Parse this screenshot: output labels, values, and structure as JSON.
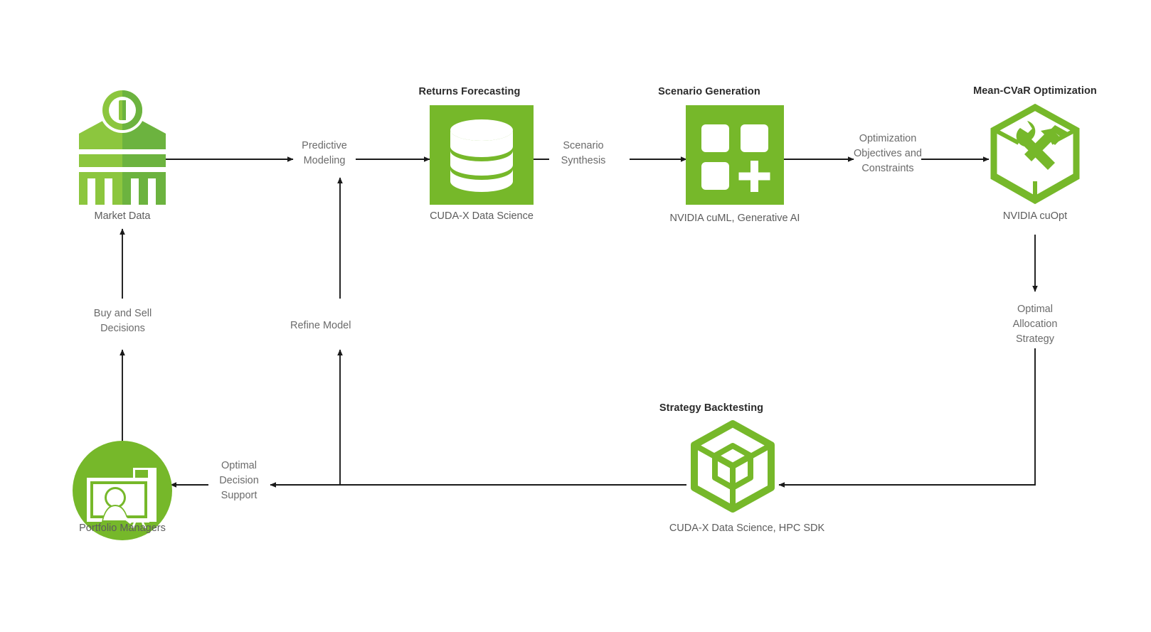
{
  "diagram": {
    "title_hidden": "",
    "colors": {
      "nvidia_green": "#76b82a",
      "green_light": "#8cc63e",
      "green_dark": "#6cb33f",
      "arrow": "#1a1a1a",
      "title_text": "#2b2b2b",
      "body_text": "#5c5c5c"
    },
    "nodes": [
      {
        "id": "market-data",
        "title": "",
        "caption": "Market Data",
        "icon": "bank-icon"
      },
      {
        "id": "returns-forecasting",
        "title": "Returns Forecasting",
        "caption": "CUDA-X Data Science",
        "icon": "database-icon"
      },
      {
        "id": "scenario-generation",
        "title": "Scenario Generation",
        "caption": "NVIDIA cuML, Generative AI",
        "icon": "grid-plus-icon"
      },
      {
        "id": "mean-cvar-optimization",
        "title": "Mean-CVaR Optimization",
        "caption": "NVIDIA cuOpt",
        "icon": "cube-tools-icon"
      },
      {
        "id": "strategy-backtesting",
        "title": "Strategy Backtesting",
        "caption": "CUDA-X Data Science, HPC SDK",
        "icon": "cube-outline-icon"
      },
      {
        "id": "portfolio-managers",
        "title": "",
        "caption": "Portfolio Managers",
        "icon": "workstation-person-icon"
      }
    ],
    "edges": [
      {
        "id": "predictive-modeling",
        "lines": [
          "Predictive",
          "Modeling"
        ]
      },
      {
        "id": "scenario-synthesis",
        "lines": [
          "Scenario",
          "Synthesis"
        ]
      },
      {
        "id": "optimization-objectives",
        "lines": [
          "Optimization",
          "Objectives  and",
          "Constraints"
        ]
      },
      {
        "id": "optimal-allocation-strategy",
        "lines": [
          "Optimal",
          "Allocation",
          "Strategy"
        ]
      },
      {
        "id": "optimal-decision-support",
        "lines": [
          "Optimal",
          "Decision",
          "Support"
        ]
      },
      {
        "id": "buy-and-sell-decisions",
        "lines": [
          "Buy and Sell",
          "Decisions"
        ]
      },
      {
        "id": "refine-model",
        "lines": [
          "Refine Model"
        ]
      }
    ]
  }
}
